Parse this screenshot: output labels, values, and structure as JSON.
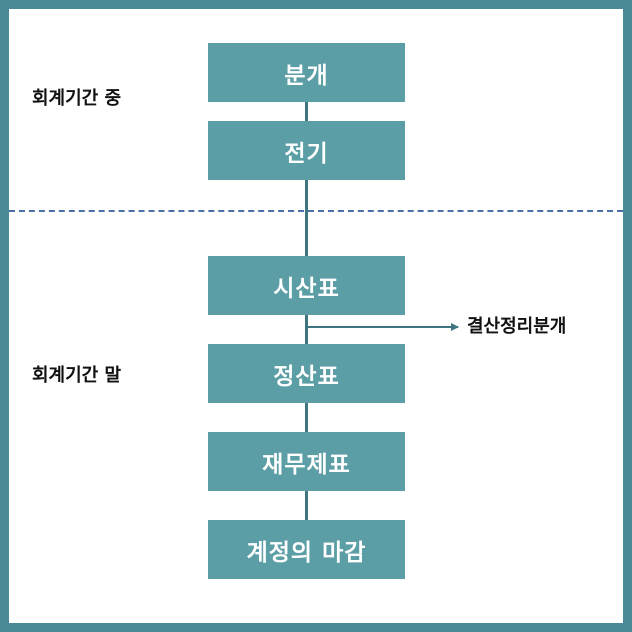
{
  "phases": {
    "during": "회계기간 중",
    "end": "회계기간 말"
  },
  "steps": [
    "분개",
    "전기",
    "시산표",
    "정산표",
    "재무제표",
    "계정의 마감"
  ],
  "annotation": "결산정리분개",
  "colors": {
    "frame": "#4a8a94",
    "box": "#5b9ea6",
    "connector": "#3e7680",
    "divider": "#4a72a8"
  }
}
